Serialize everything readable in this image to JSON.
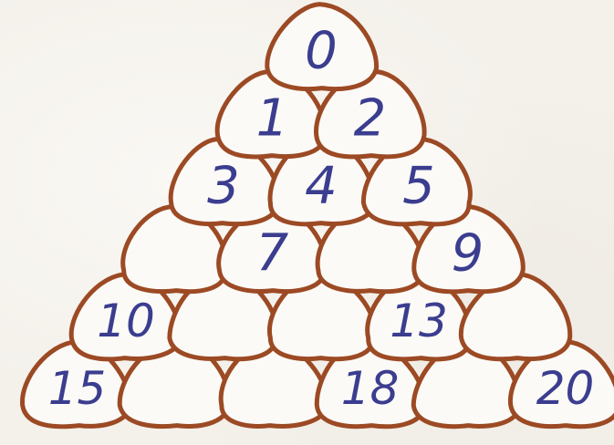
{
  "rows": [
    [
      "0"
    ],
    [
      "1",
      "2"
    ],
    [
      "3",
      "4",
      "5"
    ],
    [
      "",
      "7",
      "",
      "9"
    ],
    [
      "10",
      "",
      "",
      "13",
      ""
    ],
    [
      "15",
      "",
      "",
      "18",
      "",
      "20"
    ]
  ],
  "colors": {
    "outline": "#9c4a24",
    "stone_fill": "#fbfaf7",
    "digit_ink": "#3b3d8f",
    "paper": "#f4f1eb"
  }
}
